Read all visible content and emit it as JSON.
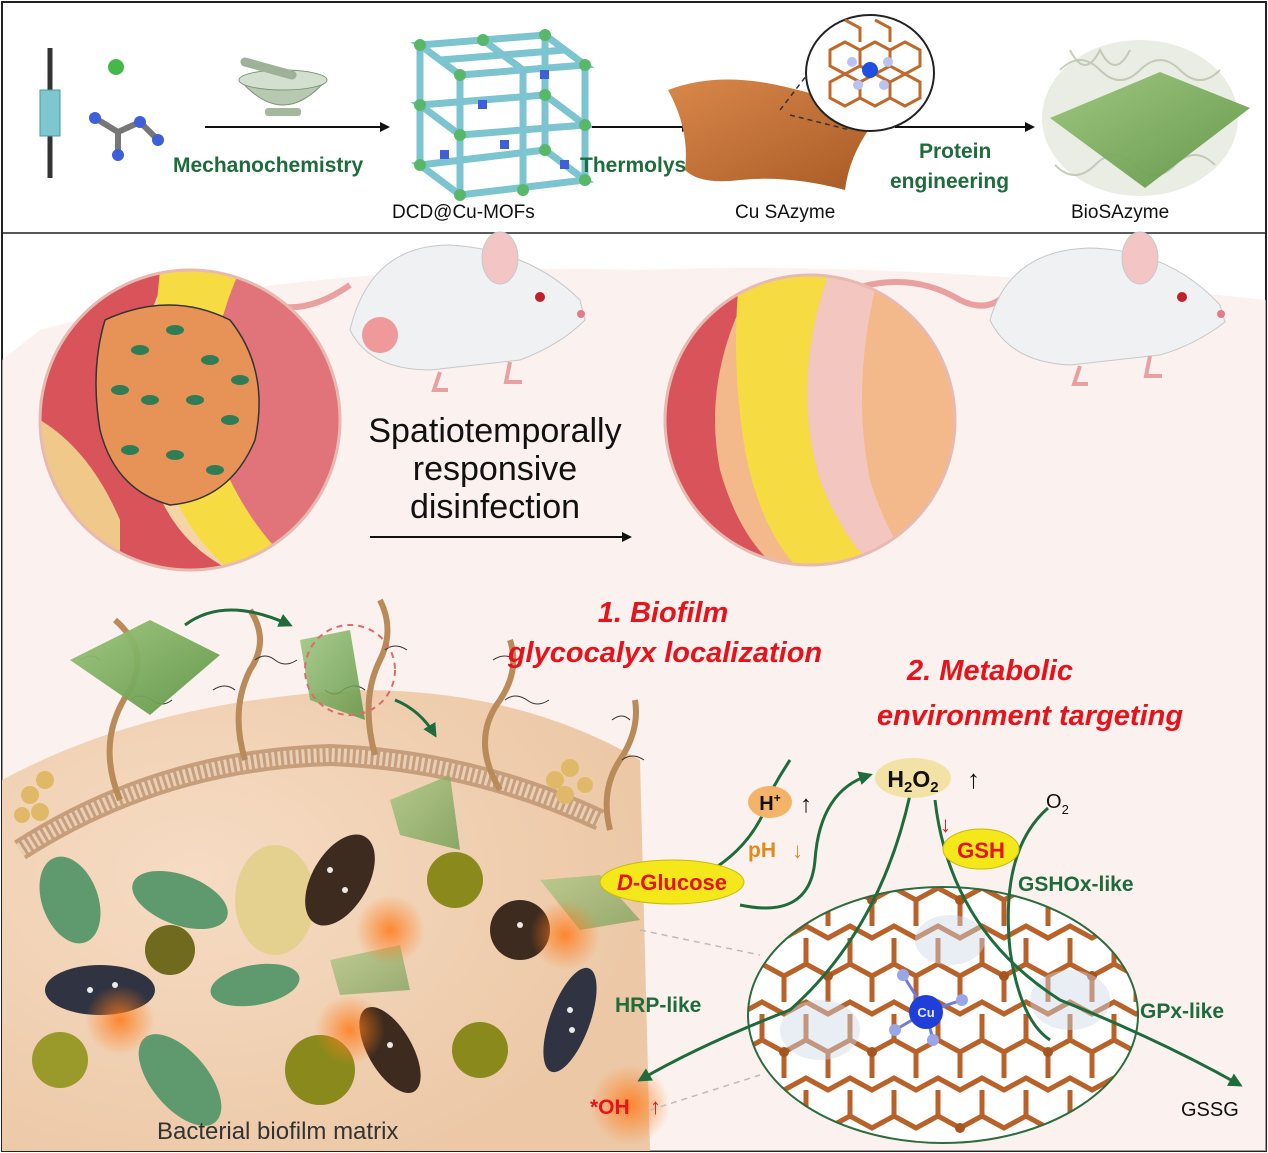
{
  "synthesis": {
    "step1": "Mechanochemistry",
    "step2": "Thermolysis",
    "step3_line1": "Protein",
    "step3_line2": "engineering",
    "product1": "DCD@Cu-MOFs",
    "product2": "Cu SAzyme",
    "product3": "BioSAzyme"
  },
  "treatment": {
    "line1": "Spatiotemporally",
    "line2": "responsive",
    "line3": "disinfection"
  },
  "mechanism": {
    "title1_line1": "1. Biofilm",
    "title1_line2": "glycocalyx localization",
    "title2_line1": "2. Metabolic",
    "title2_line2": "environment targeting",
    "h2o2": "H2O2",
    "h2o2_h": "H",
    "h2o2_sub1": "2",
    "h2o2_o": "O",
    "h2o2_sub2": "2",
    "up_arrow": "↑",
    "down_arrow": "↓",
    "h_plus": "H",
    "h_plus_sup": "+",
    "ph": "pH",
    "glucose_d": "D",
    "glucose_rest": "-Glucose",
    "gsh": "GSH",
    "o2_o": "O",
    "o2_sub": "2",
    "gshox": "GSHOx-like",
    "hrp": "HRP-like",
    "gpx": "GPx-like",
    "oh": "*OH",
    "gssg": "GSSG",
    "cu": "Cu",
    "matrix": "Bacterial biofilm matrix"
  },
  "colors": {
    "green_text": "#1e6b3c",
    "red_text": "#e8121a",
    "orange_text": "#e08a1a",
    "copper": "#b8622a",
    "sheet_green": "#7fae5e",
    "badge_yellow": "#f4e81a"
  }
}
